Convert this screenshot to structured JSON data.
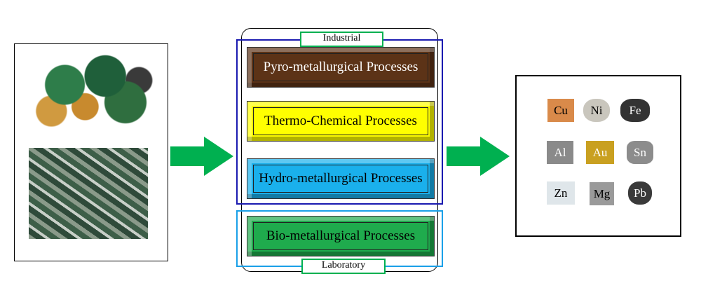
{
  "center": {
    "industrial_label": "Industrial",
    "laboratory_label": "Laboratory",
    "processes": [
      {
        "label": "Pyro-metallurgical Processes",
        "color": "#5c3317",
        "text_color": "#ffffff"
      },
      {
        "label": "Thermo-Chemical Processes",
        "color": "#ffff00",
        "text_color": "#000000"
      },
      {
        "label": "Hydro-metallurgical Processes",
        "color": "#1ab0ec",
        "text_color": "#000000"
      },
      {
        "label": "Bio-metallurgical Processes",
        "color": "#1fab4d",
        "text_color": "#000000"
      }
    ]
  },
  "metals": [
    {
      "symbol": "Cu",
      "color": "#d98a4a",
      "text": "#000"
    },
    {
      "symbol": "Ni",
      "color": "#c9c6bd",
      "text": "#000"
    },
    {
      "symbol": "Fe",
      "color": "#333333",
      "text": "#fff"
    },
    {
      "symbol": "Al",
      "color": "#8a8a8a",
      "text": "#fff"
    },
    {
      "symbol": "Au",
      "color": "#c9a020",
      "text": "#fff"
    },
    {
      "symbol": "Sn",
      "color": "#8c8c8c",
      "text": "#fff"
    },
    {
      "symbol": "Zn",
      "color": "#dfe6ea",
      "text": "#000"
    },
    {
      "symbol": "Mg",
      "color": "#9a9a9a",
      "text": "#000"
    },
    {
      "symbol": "Pb",
      "color": "#3a3a3a",
      "text": "#fff"
    }
  ],
  "arrow_color": "#00b050"
}
